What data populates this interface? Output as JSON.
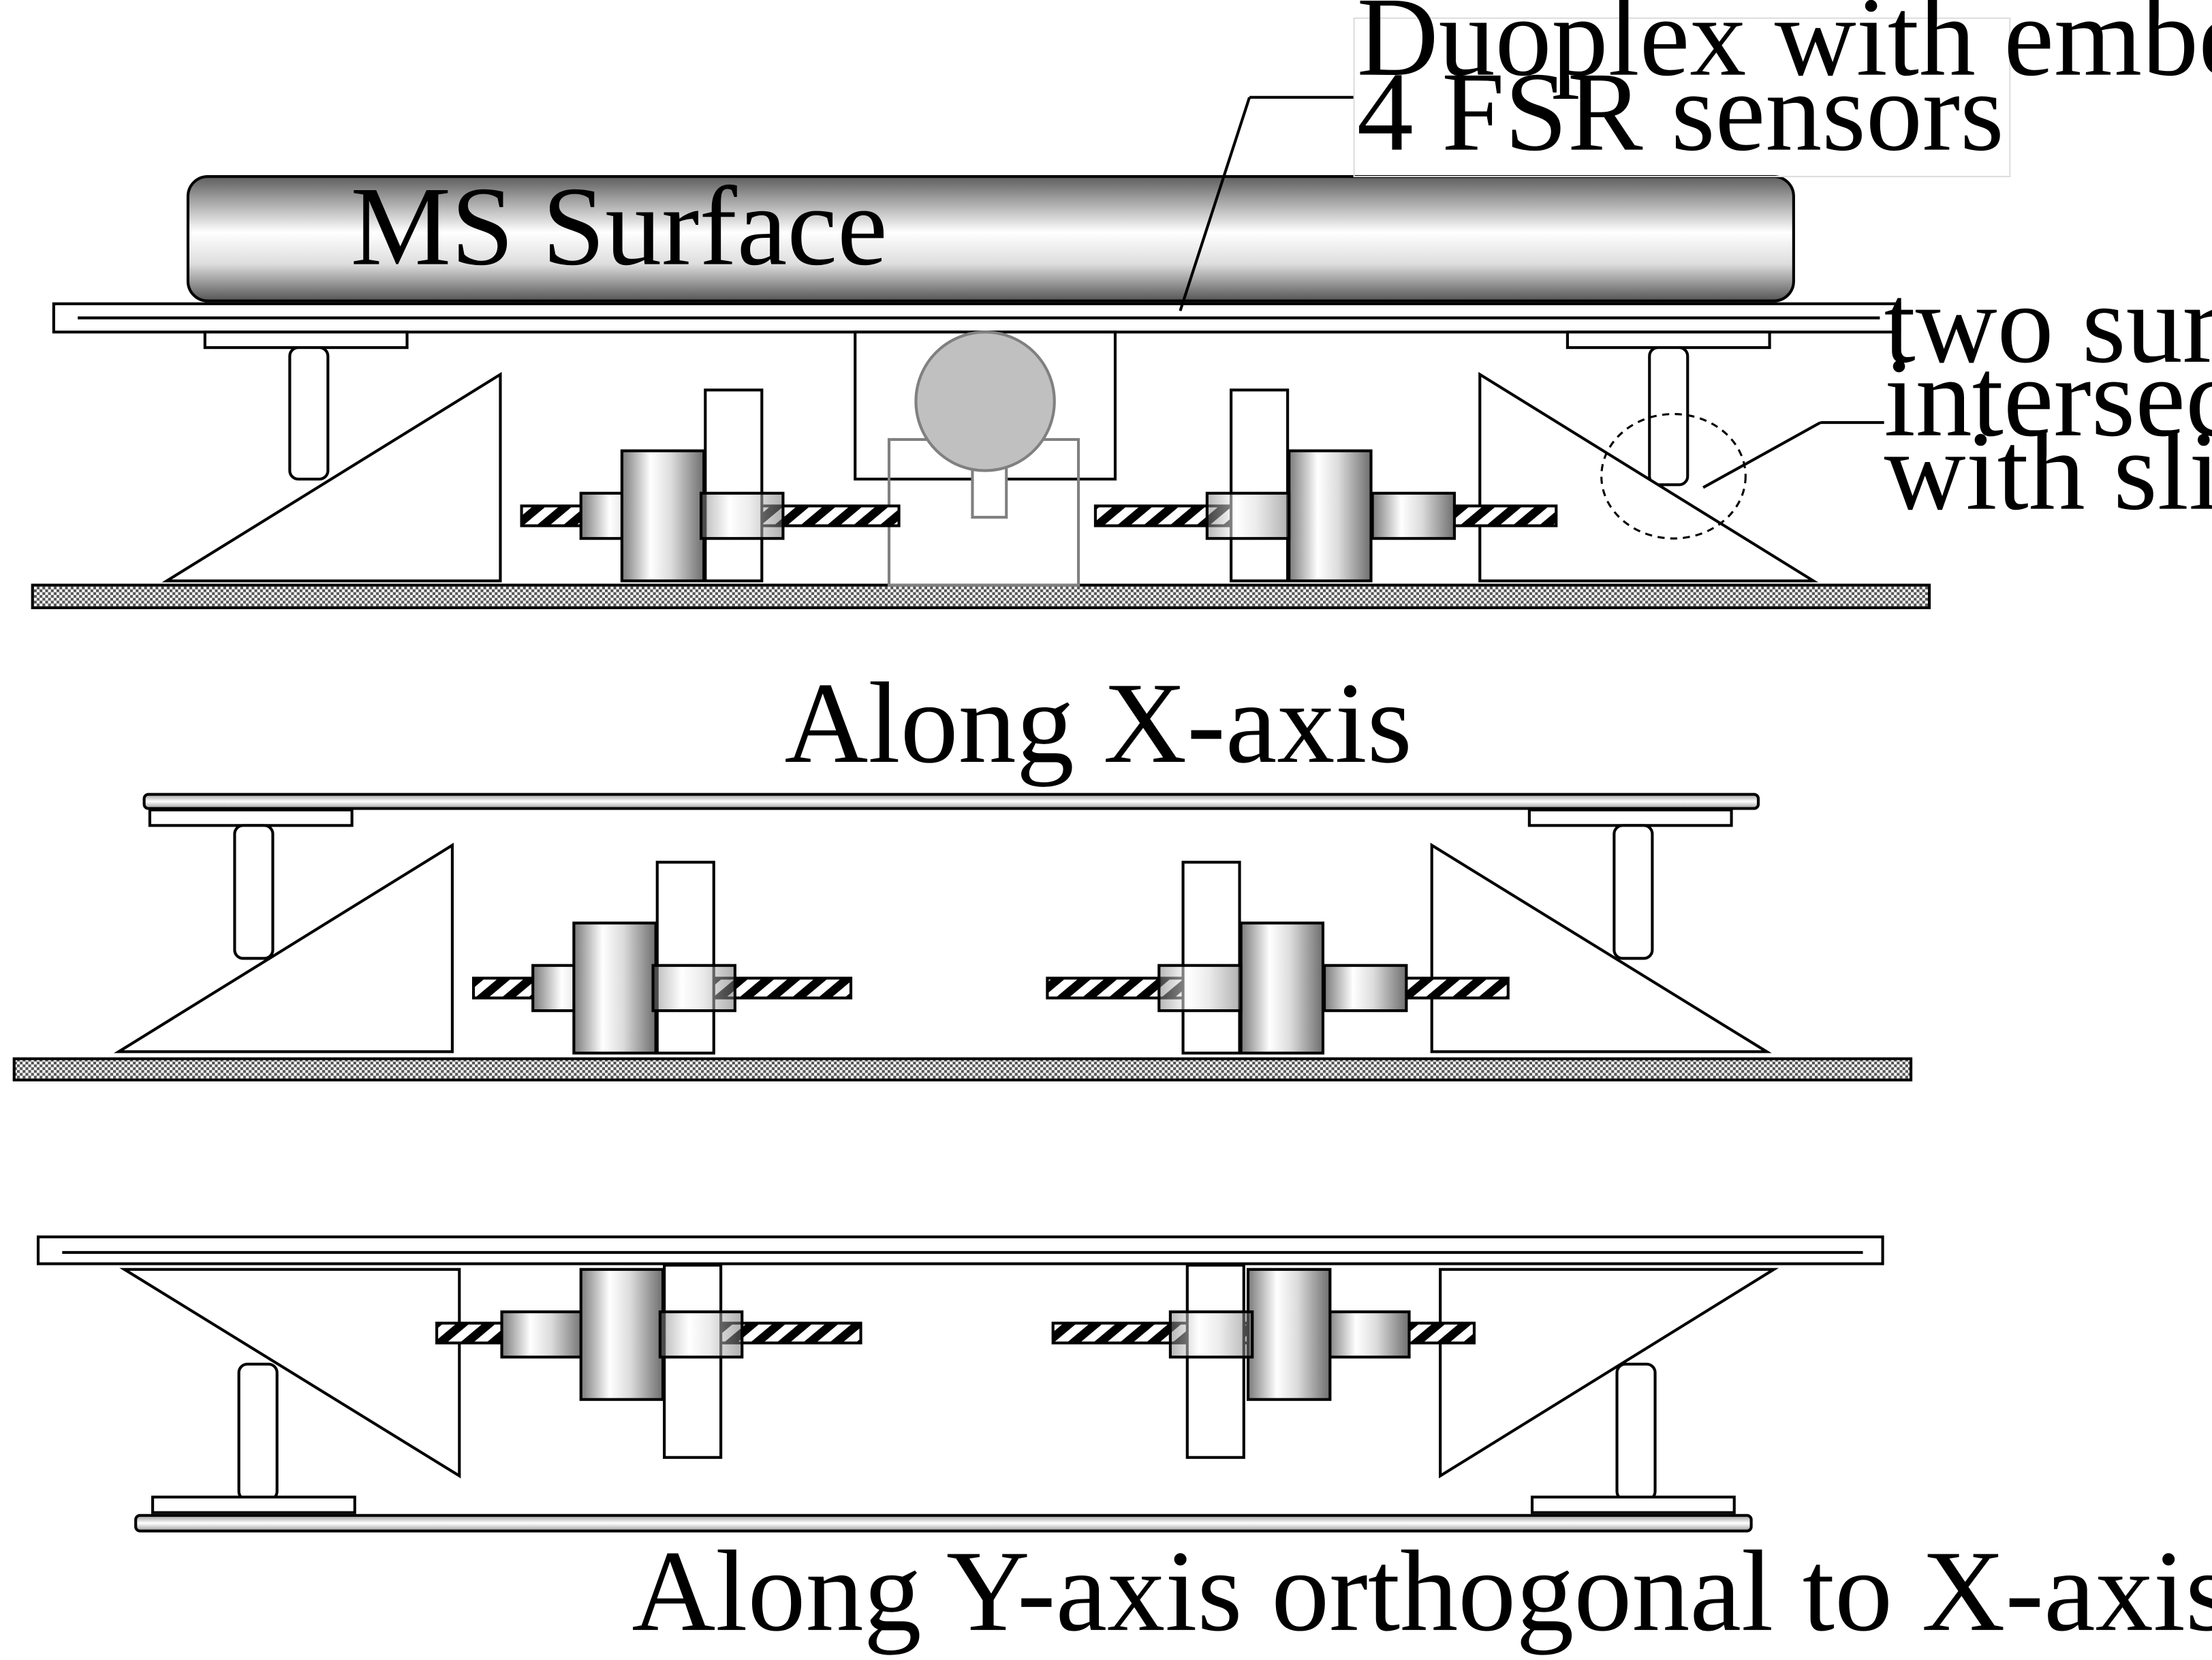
{
  "labels": {
    "duoplex_line1": "Duoplex with embedded",
    "duoplex_line2": "4 FSR sensors",
    "ms_surface": "MS Surface",
    "intersect_line1": "two surfaces",
    "intersect_line2": "intersecting",
    "intersect_line3": "with sliding"
  },
  "captions": {
    "x_axis": "Along X-axis",
    "y_axis": "Along Y-axis orthogonal to X-axis"
  },
  "colors": {
    "line": "#000000",
    "background": "#ffffff",
    "ball_fill": "#c0c0c0",
    "guide_gray": "#808080"
  }
}
